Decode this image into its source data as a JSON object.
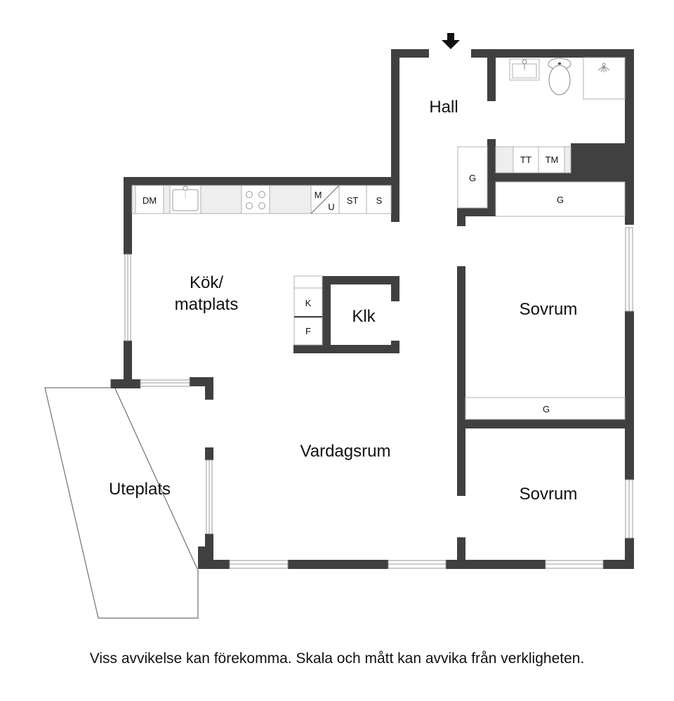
{
  "plan": {
    "entrance_icon": "arrow-down-icon",
    "rooms": {
      "hall": "Hall",
      "kitchen_line1": "Kök/",
      "kitchen_line2": "matplats",
      "closet": "Klk",
      "bedroom1": "Sovrum",
      "bedroom2": "Sovrum",
      "living": "Vardagsrum",
      "patio": "Uteplats"
    },
    "fixtures": {
      "dishwasher": "DM",
      "microwave_top": "M",
      "microwave_bottom": "U",
      "stove_unit": "ST",
      "storage_s": "S",
      "fridge": "K",
      "freezer": "F",
      "wardrobe_hall": "G",
      "wardrobe_hall2": "G",
      "wardrobe_bedroom1": "G",
      "dryer": "TT",
      "washer": "TM"
    },
    "colors": {
      "wall": "#404040",
      "counter": "#eeeeee",
      "background": "#ffffff"
    }
  },
  "footer": {
    "disclaimer": "Viss avvikelse kan förekomma. Skala och mått kan avvika från verkligheten."
  }
}
